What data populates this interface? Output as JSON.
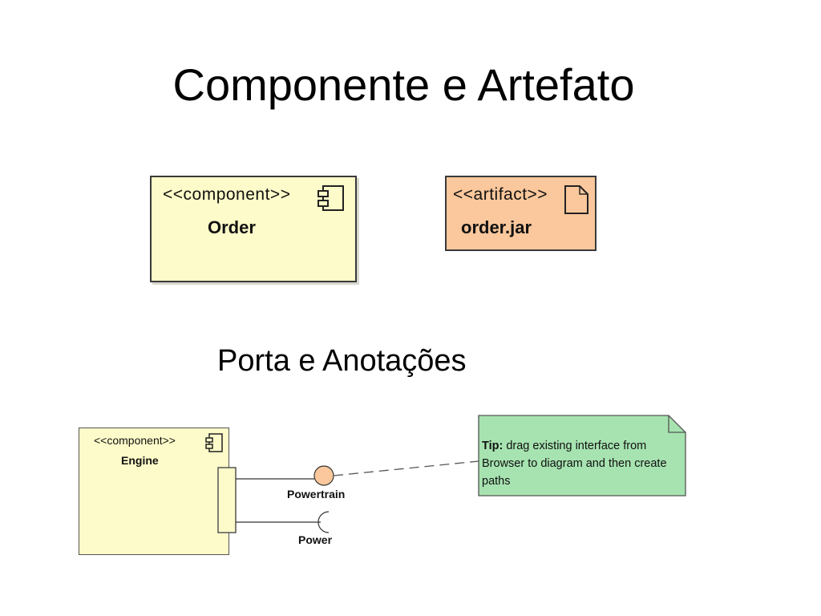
{
  "slide": {
    "title": "Componente e Artefato",
    "subtitle": "Porta e Anotações"
  },
  "diagram1": {
    "component": {
      "stereotype": "<<component>>",
      "name": "Order",
      "fill": "#fdfbc9"
    },
    "artifact": {
      "stereotype": "<<artifact>>",
      "name": "order.jar",
      "fill": "#fac89c"
    }
  },
  "diagram2": {
    "component": {
      "stereotype": "<<component>>",
      "name": "Engine",
      "fill": "#fdfbc9"
    },
    "provided_interface": {
      "label": "Powertrain",
      "fill": "#fac89c"
    },
    "required_interface": {
      "label": "Power"
    },
    "note": {
      "tip_label": "Tip:",
      "text": "drag existing interface from Browser to diagram and then create paths",
      "fill": "#a6e3b0"
    }
  }
}
